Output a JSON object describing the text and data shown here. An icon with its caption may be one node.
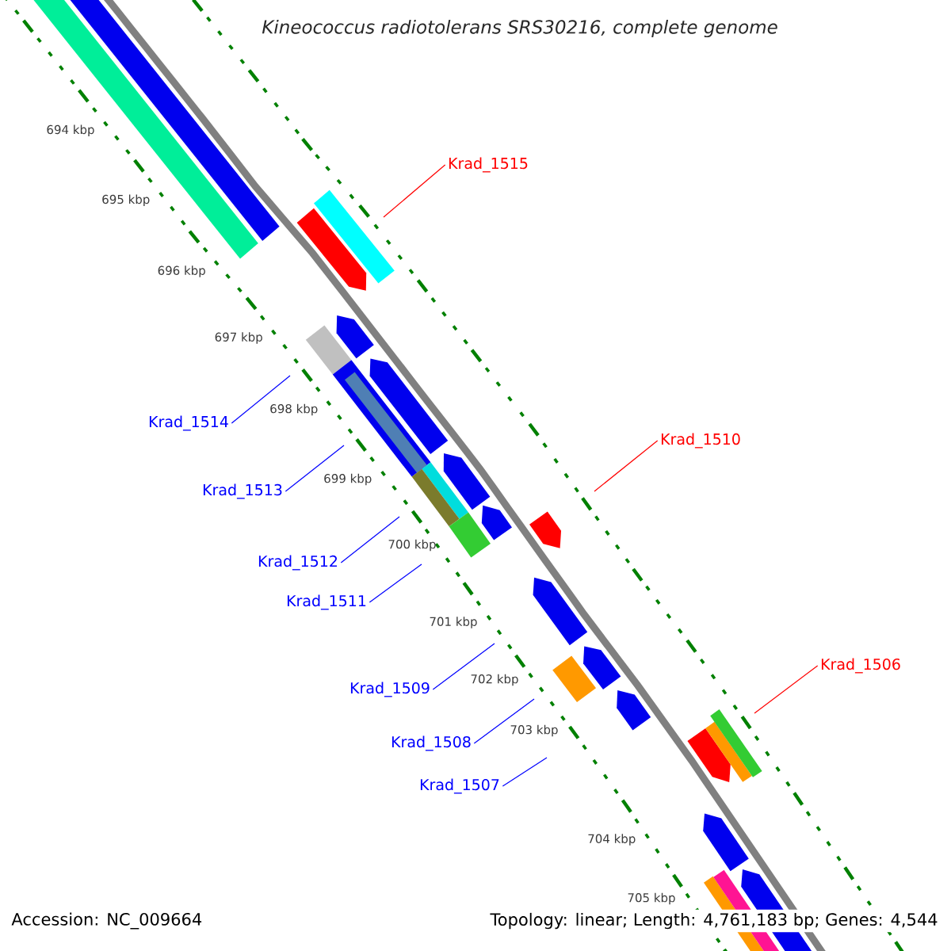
{
  "diagram": {
    "title": "Kineococcus radiotolerans SRS30216, complete genome",
    "nodes": [
      {
        "text": [
          "Krad_1515"
        ]
      },
      {
        "text": [
          "Krad_1514"
        ]
      },
      {
        "text": [
          "Krad_1510"
        ]
      },
      {
        "text": [
          "Krad_1513"
        ]
      },
      {
        "text": [
          "Krad_1512"
        ]
      },
      {
        "text": [
          "Krad_1511"
        ]
      },
      {
        "text": [
          "Krad_1506"
        ]
      },
      {
        "text": [
          "Krad_1509"
        ]
      },
      {
        "text": [
          "Krad_1508"
        ]
      },
      {
        "text": [
          "Krad_1507"
        ]
      }
    ],
    "edges": [
      {
        "from": 0,
        "to": null,
        "arrow": "none",
        "color": "#ff0000"
      },
      {
        "from": 1,
        "to": null,
        "arrow": "none"
      },
      {
        "from": 2,
        "to": null,
        "arrow": "none",
        "color": "#ff0000"
      },
      {
        "from": 3,
        "to": null,
        "arrow": "none"
      },
      {
        "from": 4,
        "to": null,
        "arrow": "none"
      },
      {
        "from": 5,
        "to": null,
        "arrow": "none"
      },
      {
        "from": 6,
        "to": null,
        "arrow": "none",
        "color": "#ff0000"
      },
      {
        "from": 7,
        "to": null,
        "arrow": "none"
      },
      {
        "from": 8,
        "to": null,
        "arrow": "none"
      },
      {
        "from": 9,
        "to": null,
        "arrow": "none"
      }
    ],
    "labels": [
      "694 kbp",
      "695 kbp",
      "696 kbp",
      "697 kbp",
      "698 kbp",
      "699 kbp",
      "700 kbp",
      "701 kbp",
      "702 kbp",
      "703 kbp",
      "704 kbp",
      "705 kbp",
      "Accession: NC_009664",
      "Topology: linear; Length: 4,761,183 bp; Genes: 4,544"
    ]
  }
}
